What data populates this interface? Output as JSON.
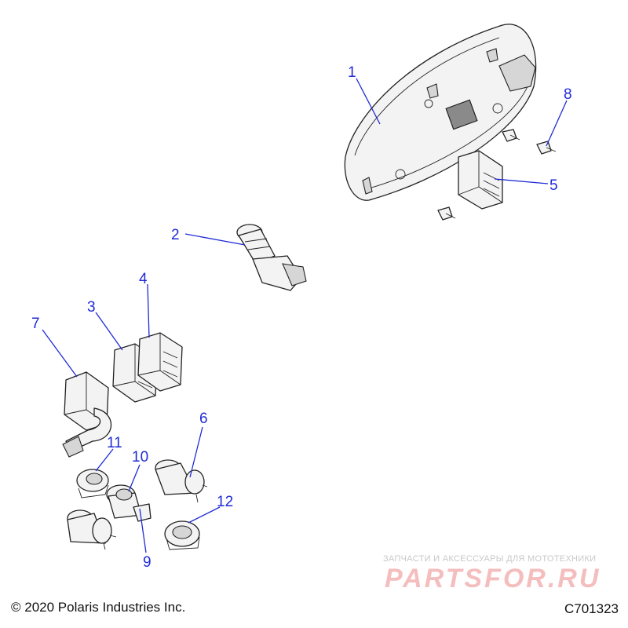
{
  "diagram": {
    "callouts": [
      "1",
      "2",
      "3",
      "4",
      "5",
      "6",
      "7",
      "8",
      "9",
      "10",
      "11",
      "12"
    ]
  },
  "footer": {
    "copyright": "© 2020 Polaris Industries Inc.",
    "drawing_number": "C701323"
  },
  "watermark": {
    "caption": "ЗАПЧАСТИ И АКСЕССУАРЫ ДЛЯ МОТОТЕХНИКИ",
    "logo_text": "PARTSFOR.RU"
  },
  "colors": {
    "callout": "#1f2bd6",
    "watermark": "#e14646"
  }
}
